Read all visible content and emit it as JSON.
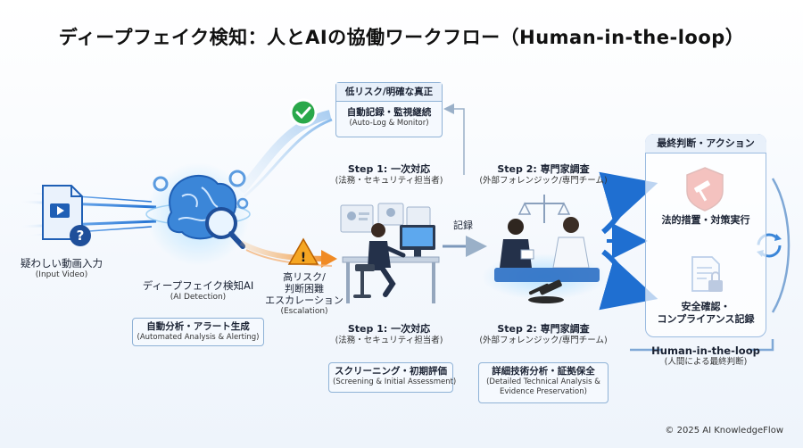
{
  "title": "ディープフェイク検知：人とAIの協働ワークフロー（Human-in-the-loop）",
  "input": {
    "label": "疑わしい動画入力",
    "sub": "(Input Video)"
  },
  "ai": {
    "label": "ディープフェイク検知AI",
    "sub": "(AI Detection)",
    "box_title": "自動分析・アラート生成",
    "box_sub": "(Automated Analysis & Alerting)"
  },
  "low_risk": {
    "title": "低リスク/明確な真正",
    "box_title": "自動記録・監視継続",
    "box_sub": "(Auto-Log & Monitor)"
  },
  "escalation": {
    "line1": "高リスク/",
    "line2": "判断困難",
    "line3": "エスカレーション",
    "sub": "(Escalation)"
  },
  "step1": {
    "top_title": "Step 1: 一次対応",
    "top_sub": "(法務・セキュリティ担当者)",
    "bottom_title": "Step 1: 一次対応",
    "bottom_sub": "(法務・セキュリティ担当者)",
    "box_title": "スクリーニング・初期評価",
    "box_sub": "(Screening & Initial Assessment)"
  },
  "record_label": "記録",
  "step2": {
    "top_title": "Step 2: 専門家調査",
    "top_sub": "(外部フォレンジック/専門チーム)",
    "bottom_title": "Step 2: 専門家調査",
    "bottom_sub": "(外部フォレンジック/専門チーム)",
    "box_title": "詳細技術分析・証拠保全",
    "box_sub1": "(Detailed Technical Analysis &",
    "box_sub2": "Evidence Preservation)"
  },
  "final": {
    "title": "最終判断・アクション",
    "item1": "法的措置・対策実行",
    "item2_line1": "安全確認・",
    "item2_line2": "コンプライアンス記録"
  },
  "hitl": {
    "title": "Human-in-the-loop",
    "sub": "(人間による最終判断)"
  },
  "copyright": "© 2025 AI KnowledgeFlow",
  "colors": {
    "blue": "#1f6fd1",
    "flow_light": "#7fb8f0",
    "orange": "#f08a24",
    "green": "#2aa84a",
    "red": "#d9342b",
    "warning": "#f5a623"
  }
}
